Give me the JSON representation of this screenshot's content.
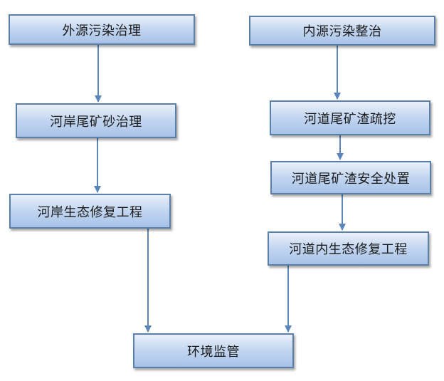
{
  "diagram": {
    "nodes": {
      "external_pollution": "外源污染治理",
      "shore_tailings": "河岸尾矿砂治理",
      "shore_ecology": "河岸生态修复工程",
      "internal_pollution": "内源污染整治",
      "channel_dredging": "河道尾矿渣疏挖",
      "channel_disposal": "河道尾矿渣安全处置",
      "channel_ecology": "河道内生态修复工程",
      "env_monitoring": "环境监管"
    },
    "edges": [
      [
        "external_pollution",
        "shore_tailings"
      ],
      [
        "shore_tailings",
        "shore_ecology"
      ],
      [
        "shore_ecology",
        "env_monitoring"
      ],
      [
        "internal_pollution",
        "channel_dredging"
      ],
      [
        "channel_dredging",
        "channel_disposal"
      ],
      [
        "channel_disposal",
        "channel_ecology"
      ],
      [
        "channel_ecology",
        "env_monitoring"
      ]
    ],
    "colors": {
      "node_border": "#5a7fa8",
      "node_fill_top": "#e9f0fa",
      "node_fill_bottom": "#a7c2e8",
      "arrow": "#5b86bd"
    }
  }
}
